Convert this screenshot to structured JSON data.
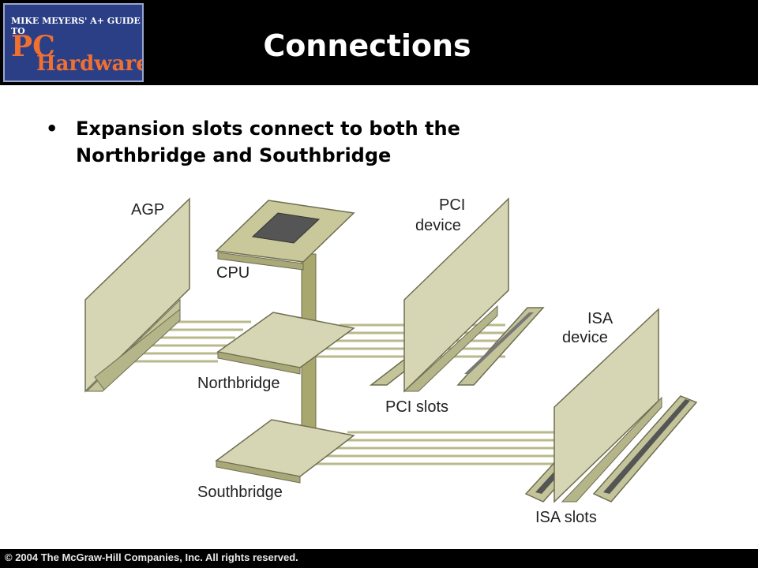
{
  "header": {
    "logo_top": "MIKE MEYERS' A+ GUIDE TO",
    "logo_pc": "PC",
    "logo_hardware": "Hardware",
    "title": "Connections"
  },
  "bullet": {
    "dot": "•",
    "text": "Expansion slots connect to both the Northbridge and Southbridge"
  },
  "diagram": {
    "labels": {
      "agp": "AGP",
      "pci_device_1": "PCI",
      "pci_device_2": "device",
      "cpu": "CPU",
      "isa_device_1": "ISA",
      "isa_device_2": "device",
      "northbridge": "Northbridge",
      "pci_slots": "PCI slots",
      "southbridge": "Southbridge",
      "isa_slots": "ISA slots"
    },
    "colors": {
      "board_face": "#d6d6b4",
      "board_edge": "#6f6d50",
      "slot": "#c4c49a",
      "bus": "#b9b98c",
      "cpu_die": "#555555"
    }
  },
  "footer": {
    "copyright": "© 2004 The McGraw-Hill Companies, Inc. All rights reserved."
  }
}
